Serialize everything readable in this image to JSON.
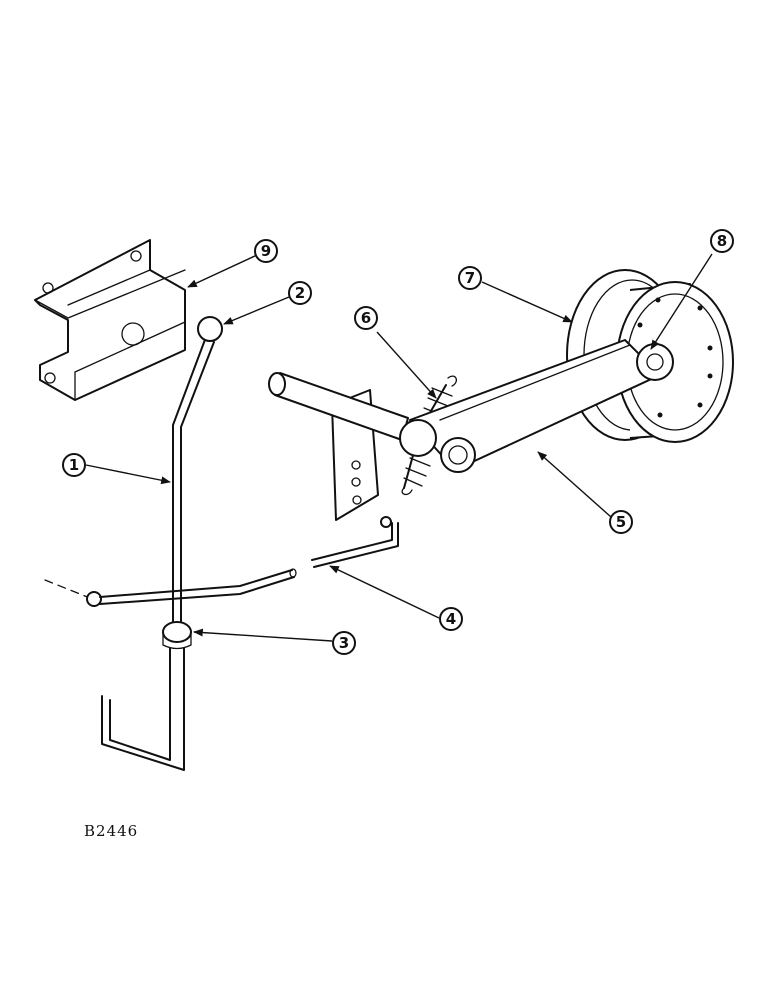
{
  "drawing_code": "B2446",
  "callouts": [
    "1",
    "2",
    "3",
    "4",
    "5",
    "6",
    "7",
    "8",
    "9"
  ]
}
